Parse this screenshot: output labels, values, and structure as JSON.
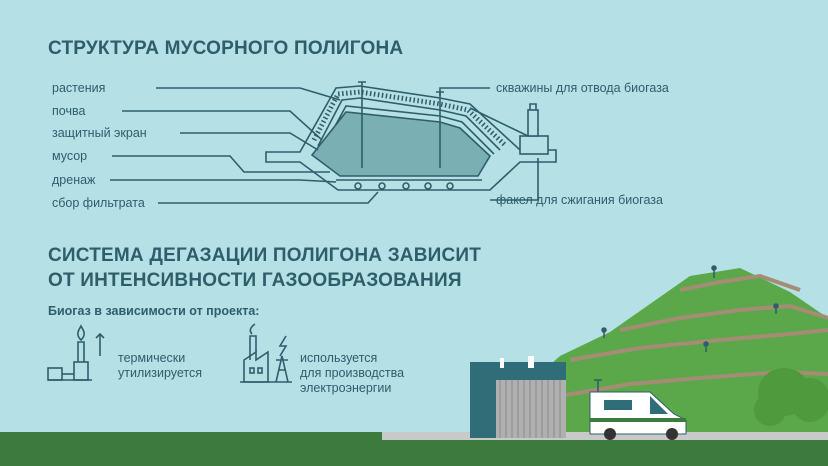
{
  "title1": "СТРУКТУРА МУСОРНОГО ПОЛИГОНА",
  "layers": [
    "растения",
    "почва",
    "защитный экран",
    "мусор",
    "дренаж",
    "сбор фильтрата"
  ],
  "right_labels": {
    "wells": "скважины для отвода биогаза",
    "flare": "факел для сжигания биогаза"
  },
  "title2_line1": "СИСТЕМА ДЕГАЗАЦИИ ПОЛИГОНА ЗАВИСИТ",
  "title2_line2": "ОТ ИНТЕНСИВНОСТИ ГАЗООБРАЗОВАНИЯ",
  "subtitle": "Биогаз в зависимости от проекта:",
  "option1": {
    "line1": "термически",
    "line2": "утилизируется",
    "icon": "flare-burner-icon"
  },
  "option2": {
    "line1": "используется",
    "line2": "для производства",
    "line3": "электроэнергии",
    "icon": "power-plant-icon"
  },
  "colors": {
    "background": "#b4e0e6",
    "text": "#2f5e6b",
    "hill": "#5aa84a",
    "ground": "#3d7a3d",
    "building": "#2f6e78",
    "van": "#ffffff"
  }
}
